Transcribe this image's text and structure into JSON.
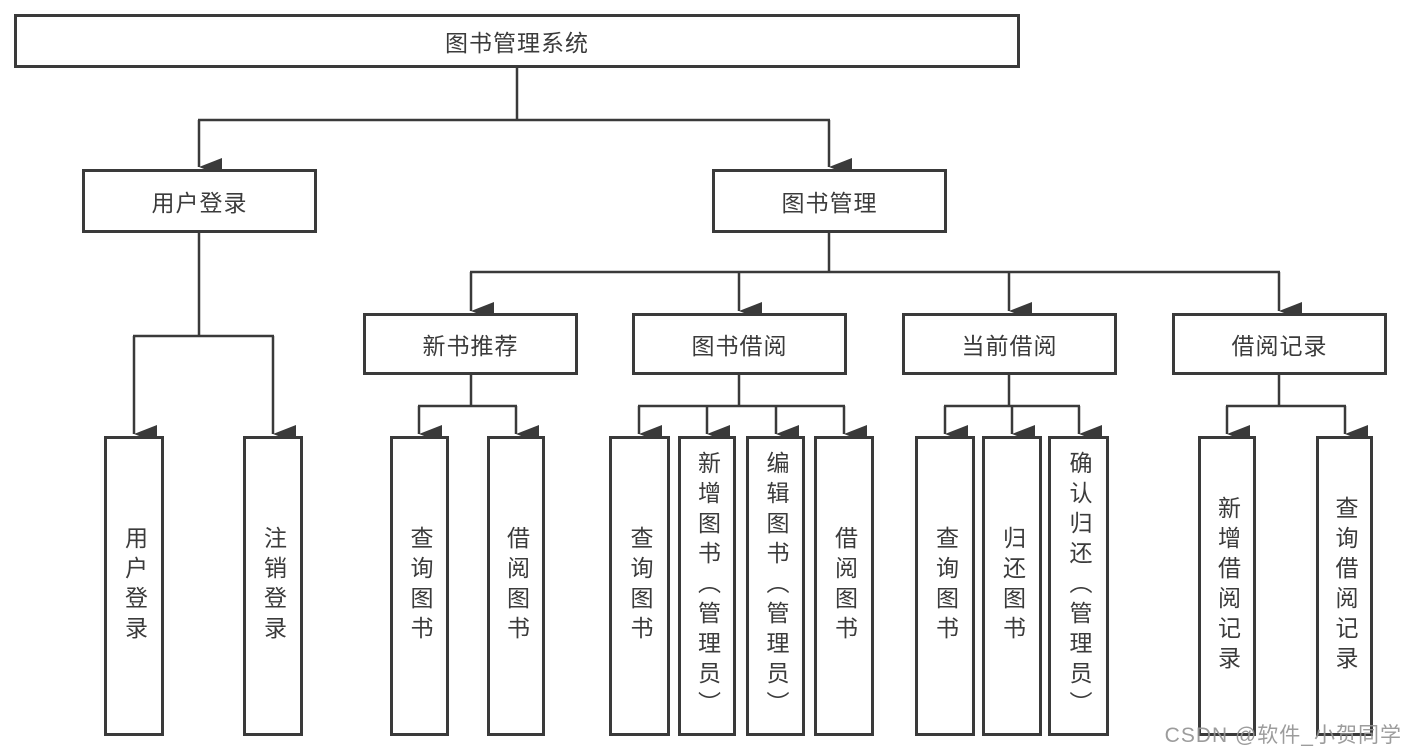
{
  "tree": {
    "root": {
      "label": "图书管理系统"
    },
    "level2": [
      {
        "label": "用户登录",
        "children": [
          {
            "label": "用户登录"
          },
          {
            "label": "注销登录"
          }
        ]
      },
      {
        "label": "图书管理"
      }
    ],
    "level3": [
      {
        "label": "新书推荐",
        "children": [
          {
            "label": "查询图书"
          },
          {
            "label": "借阅图书"
          }
        ]
      },
      {
        "label": "图书借阅",
        "children": [
          {
            "label": "查询图书"
          },
          {
            "label": "新增图书（管理员）"
          },
          {
            "label": "编辑图书（管理员）"
          },
          {
            "label": "借阅图书"
          }
        ]
      },
      {
        "label": "当前借阅",
        "children": [
          {
            "label": "查询图书"
          },
          {
            "label": "归还图书"
          },
          {
            "label": "确认归还（管理员）"
          }
        ]
      },
      {
        "label": "借阅记录",
        "children": [
          {
            "label": "新增借阅记录"
          },
          {
            "label": "查询借阅记录"
          }
        ]
      }
    ]
  },
  "watermark": {
    "text": "CSDN @软件_小贺同学"
  },
  "colors": {
    "line": "#3a3a3a",
    "text": "#3b3b3b",
    "background": "#ffffff",
    "watermark": "#949494"
  }
}
